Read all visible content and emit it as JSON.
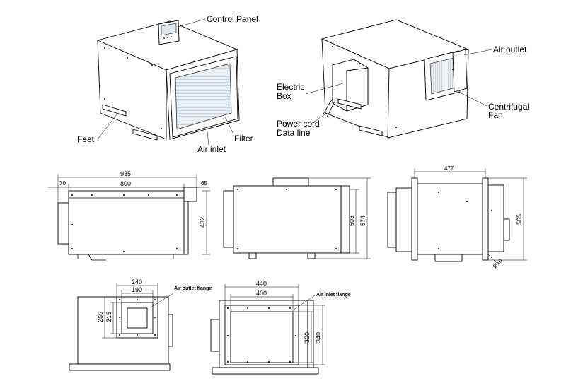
{
  "labels": {
    "control_panel": "Control Panel",
    "feet": "Feet",
    "filter": "Filter",
    "air_inlet": "Air inlet",
    "air_outlet": "Air outlet",
    "electric_box_1": "Electric",
    "electric_box_2": "Box",
    "power_cord": "Power cord",
    "data_line": "Data line",
    "centrifugal_1": "Centrifugal",
    "centrifugal_2": "Fan"
  },
  "dimensions": {
    "front_total": "935",
    "front_left": "70",
    "front_body": "800",
    "front_right": "65",
    "front_height": "432",
    "side_h1": "503",
    "side_h2": "574",
    "rear_width": "477",
    "rear_height": "565",
    "rear_hole": "Ø10",
    "outlet_w1": "240",
    "outlet_w2": "190",
    "outlet_h1": "265",
    "outlet_h2": "215",
    "outlet_flange": "Air outlet flange",
    "inlet_w1": "440",
    "inlet_w2": "400",
    "inlet_h1": "300",
    "inlet_h2": "340",
    "inlet_flange": "Air inlet flange"
  }
}
